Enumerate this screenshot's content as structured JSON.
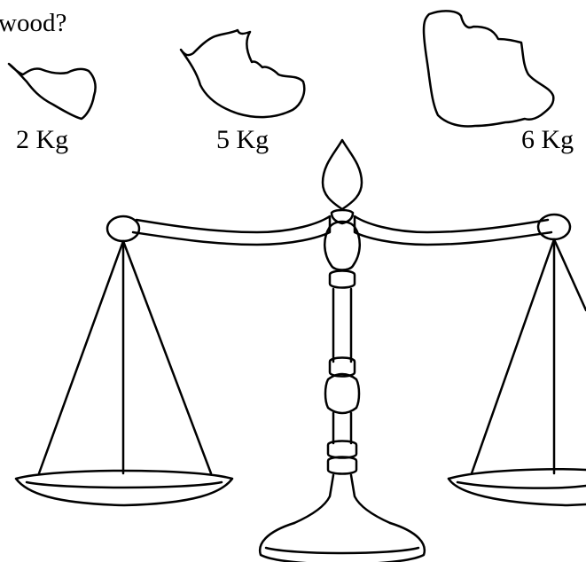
{
  "question": {
    "text": "wood?"
  },
  "items": [
    {
      "label": "2 Kg",
      "icon": "wood-piece-small-icon"
    },
    {
      "label": "5 Kg",
      "icon": "wood-piece-medium-icon"
    },
    {
      "label": "6 Kg",
      "icon": "wood-piece-large-icon"
    }
  ],
  "scale": {
    "icon": "balance-scale-icon"
  },
  "colors": {
    "stroke": "#000000",
    "background": "#ffffff"
  }
}
